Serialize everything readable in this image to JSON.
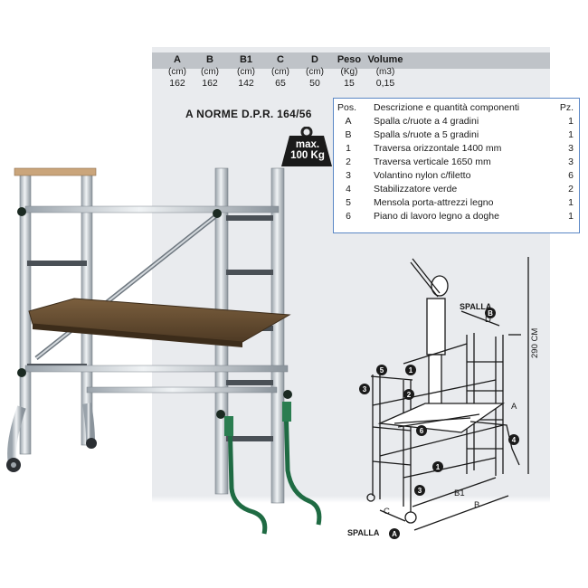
{
  "specs": {
    "columns": [
      {
        "label": "A",
        "unit": "(cm)",
        "value": "162"
      },
      {
        "label": "B",
        "unit": "(cm)",
        "value": "162"
      },
      {
        "label": "B1",
        "unit": "(cm)",
        "value": "142"
      },
      {
        "label": "C",
        "unit": "(cm)",
        "value": "65"
      },
      {
        "label": "D",
        "unit": "(cm)",
        "value": "50"
      },
      {
        "label": "Peso",
        "unit": "(Kg)",
        "value": "15"
      },
      {
        "label": "Volume",
        "unit": "(m3)",
        "value": "0,15"
      }
    ]
  },
  "norme": "A NORME D.P.R. 164/56",
  "weight_badge": {
    "line1": "max.",
    "line2": "100 Kg"
  },
  "components": {
    "header": {
      "pos": "Pos.",
      "desc": "Descrizione e quantità componenti",
      "qty": "Pz."
    },
    "rows": [
      {
        "pos": "A",
        "desc": "Spalla c/ruote a 4 gradini",
        "qty": "1"
      },
      {
        "pos": "B",
        "desc": "Spalla s/ruote a 5 gradini",
        "qty": "1"
      },
      {
        "pos": "1",
        "desc": "Traversa orizzontale  1400 mm",
        "qty": "3"
      },
      {
        "pos": "2",
        "desc": "Traversa verticale  1650 mm",
        "qty": "3"
      },
      {
        "pos": "3",
        "desc": "Volantino nylon c/filetto",
        "qty": "6"
      },
      {
        "pos": "4",
        "desc": "Stabilizzatore verde",
        "qty": "2"
      },
      {
        "pos": "5",
        "desc": "Mensola porta-attrezzi legno",
        "qty": "1"
      },
      {
        "pos": "6",
        "desc": "Piano di lavoro legno a doghe",
        "qty": "1"
      }
    ]
  },
  "diagram": {
    "spalla_b": "SPALLA",
    "spalla_a": "SPALLA",
    "letters": {
      "a": "A",
      "b": "B",
      "d": "D",
      "c": "C",
      "b1": "B1",
      "bb": "B",
      "ba": "A"
    },
    "height": "290 CM",
    "markers": [
      "1",
      "2",
      "3",
      "4",
      "5",
      "6"
    ]
  }
}
